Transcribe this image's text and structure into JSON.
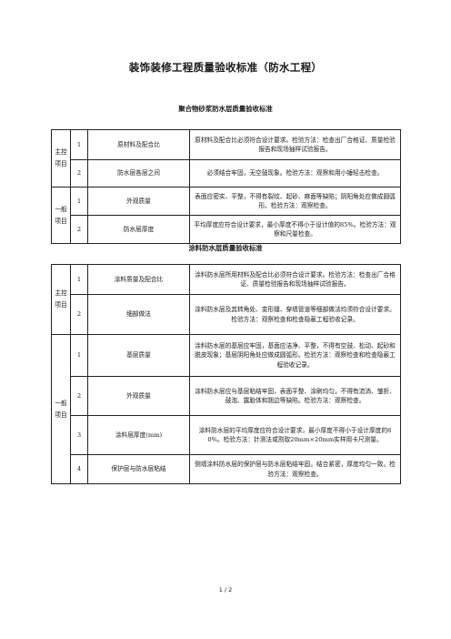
{
  "title": "装饰装修工程质量验收标准（防水工程）",
  "sections": [
    {
      "heading": "聚合物砂浆防水层质量验收标准",
      "groups": [
        {
          "category": "主控项目",
          "rows": [
            {
              "no": "1",
              "item": "原材料及配合比",
              "requirement": "原材料及配合比必须符合设计要求。检验方法：检查出厂合格证、质量检验报告和现场抽样试验报告。"
            },
            {
              "no": "2",
              "item": "防水层各层之间",
              "requirement": "必须结合牢固，无空鼓现象。检验方法：观察和用小锤轻击检查。"
            }
          ]
        },
        {
          "category": "一般项目",
          "rows": [
            {
              "no": "1",
              "item": "外观质量",
              "requirement": "表面应密实、平整，不得有裂纹、起砂、麻面等缺陷；阴阳角处应做成圆弧形。检验方法：观察检查。"
            },
            {
              "no": "2",
              "item": "防水层厚度",
              "requirement": "平均厚度应符合设计要求，最小厚度不得小于设计值的85%。检验方法：观察和尺量检查。"
            }
          ]
        }
      ]
    },
    {
      "heading": "涂料防水层质量验收标准",
      "groups": [
        {
          "category": "主控项目",
          "rows": [
            {
              "no": "1",
              "item": "涂料质量及配合比",
              "requirement": "涂料防水层所用材料及配合比必须符合设计要求。检验方法：检查出厂合格证、质量检验报告和现场抽样试验报告。"
            },
            {
              "no": "2",
              "item": "细部做法",
              "requirement": "涂料防水层及其转角处、变形缝、穿墙管道等细部做法均须符合设计要求。检验方法：观察检查和检查隐蔽工程验收记录。"
            }
          ]
        },
        {
          "category": "一般项目",
          "rows": [
            {
              "no": "1",
              "item": "基层质量",
              "requirement": "涂料防水层的基层应牢固，基面应洁净、平整，不得有空鼓、松动、起砂和脱皮现象；基层阴阳角处应做成圆弧形。检验方法：观察检查和检查隐蔽工程验收记录。"
            },
            {
              "no": "2",
              "item": "外观质量",
              "requirement": "涂料防水层应与基层粘结牢固，表面平整、涂刷均匀，不得有流淌、皱折、鼓泡、露胎体和翘边等缺陷。检验方法：观察检查。"
            },
            {
              "no": "3",
              "item": "涂料层厚度(mm)",
              "requirement": "涂料防水层的平均厚度应符合设计要求，最小厚度不得小于设计厚度的80%。检验方法：针测法或割取20mm×20mm实样用卡尺测量。"
            },
            {
              "no": "4",
              "item": "保护层与防水层粘结",
              "requirement": "侧墙涂料防水层的保护层与防水层粘结牢固，结合紧密，厚度均匀一致。检验方法：观察检查。"
            }
          ]
        }
      ]
    }
  ],
  "page_indicator": "1 / 2"
}
